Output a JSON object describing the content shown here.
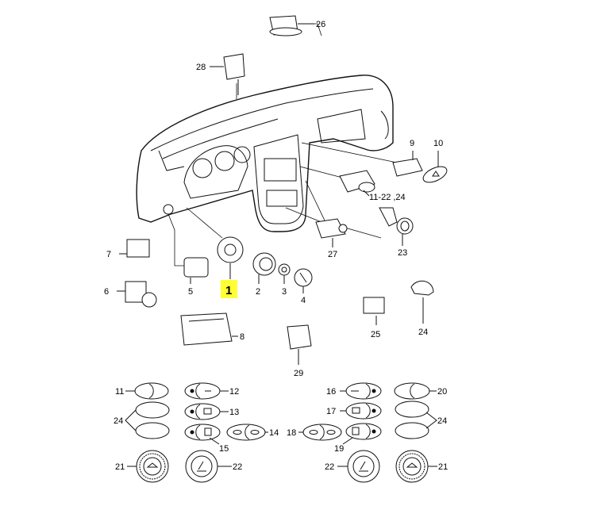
{
  "diagram": {
    "highlight_color": "#ffff33",
    "highlighted_part": "1",
    "callouts": {
      "p26": "26",
      "p28": "28",
      "p9": "9",
      "p10": "10",
      "p11_22_24": "11-22 ,24",
      "p27": "27",
      "p23": "23",
      "p7": "7",
      "p6": "6",
      "p5": "5",
      "p1": "1",
      "p2": "2",
      "p3": "3",
      "p4": "4",
      "p8": "8",
      "p25": "25",
      "p24a": "24",
      "p29": "29"
    },
    "switch_callouts": {
      "s11": "11",
      "s12": "12",
      "s16": "16",
      "s20": "20",
      "s24l": "24",
      "s13": "13",
      "s17": "17",
      "s24r": "24",
      "s14": "14",
      "s18": "18",
      "s15": "15",
      "s19": "19",
      "s21l": "21",
      "s22l": "22",
      "s22r": "22",
      "s21r": "21"
    }
  }
}
